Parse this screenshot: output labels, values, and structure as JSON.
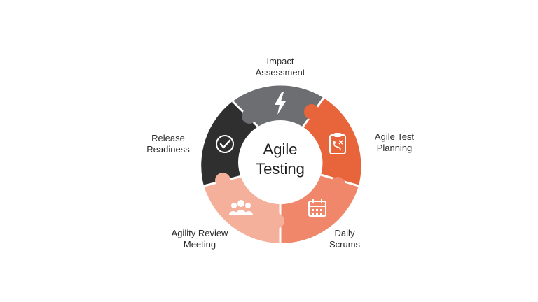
{
  "center": {
    "title": "Agile\nTesting"
  },
  "segments": [
    {
      "label": "Impact\nAssessment",
      "color": "#6d6e71",
      "icon": "lightning-bolt-icon"
    },
    {
      "label": "Agile Test\nPlanning",
      "color": "#e8643a",
      "icon": "clipboard-plan-icon"
    },
    {
      "label": "Daily\nScrums",
      "color": "#f0866a",
      "icon": "calendar-icon"
    },
    {
      "label": "Agility Review\nMeeting",
      "color": "#f5b09b",
      "icon": "people-group-icon"
    },
    {
      "label": "Release\nReadiness",
      "color": "#2f2f2f",
      "icon": "checkmark-circle-icon"
    }
  ]
}
